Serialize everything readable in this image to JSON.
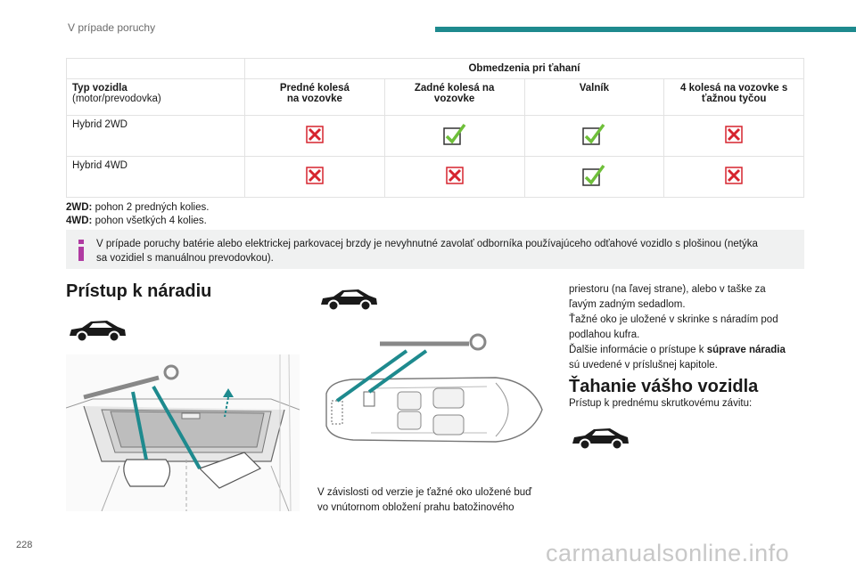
{
  "header": {
    "section": "V prípade poruchy"
  },
  "towing_table": {
    "restrictions_title": "Obmedzenia pri ťahaní",
    "col_type_bold": "Typ vozidla",
    "col_type_sub": "(motor/prevodovka)",
    "col_front_l1": "Predné kolesá",
    "col_front_l2": "na vozovke",
    "col_rear_l1": "Zadné kolesá na",
    "col_rear_l2": "vozovke",
    "col_flatbed": "Valník",
    "col_four_l1": "4 kolesá na vozovke s",
    "col_four_l2": "ťažnou tyčou",
    "rows": [
      {
        "type": "Hybrid 2WD",
        "front": "no",
        "rear": "yes",
        "flatbed": "yes",
        "four": "no"
      },
      {
        "type": "Hybrid 4WD",
        "front": "no",
        "rear": "no",
        "flatbed": "yes",
        "four": "no"
      }
    ]
  },
  "definitions": {
    "d2wd_term": "2WD:",
    "d2wd_text": " pohon 2 predných kolies.",
    "d4wd_term": "4WD:",
    "d4wd_text": " pohon všetkých 4 kolies."
  },
  "note": {
    "line1": "V prípade poruchy batérie alebo elektrickej parkovacej brzdy je nevyhnutné zavolať odborníka používajúceho odťahové vozidlo s plošinou (netýka",
    "line2": "sa vozidiel s manuálnou prevodovkou)."
  },
  "tools": {
    "heading": "Prístup k náradiu",
    "caption_l1": "V závislosti od verzie je ťažné oko uložené buď",
    "caption_l2": "vo vnútornom obložení prahu batožinového",
    "right_l1": "priestoru (na ľavej strane), alebo v taške za",
    "right_l2": "ľavým zadným sedadlom.",
    "right_l3": "Ťažné oko je uložené v skrinke s náradím pod",
    "right_l4": "podlahou kufra.",
    "right_l5_pre": "Ďalšie informácie o prístupe k ",
    "right_l5_bold": "súprave náradia",
    "right_l6": "sú uvedené v príslušnej kapitole."
  },
  "towing": {
    "heading": "Ťahanie vášho vozidla",
    "text": "Prístup k prednému skrutkovému závitu:"
  },
  "footer": {
    "page_number": "228",
    "watermark": "carmanualsonline.info"
  },
  "colors": {
    "accent": "#1e8a8e",
    "no_mark": "#d6242e",
    "yes_mark": "#6fbf3a"
  },
  "icons": [
    "car-silhouette-icon",
    "info-icon",
    "cross-icon",
    "check-icon"
  ]
}
